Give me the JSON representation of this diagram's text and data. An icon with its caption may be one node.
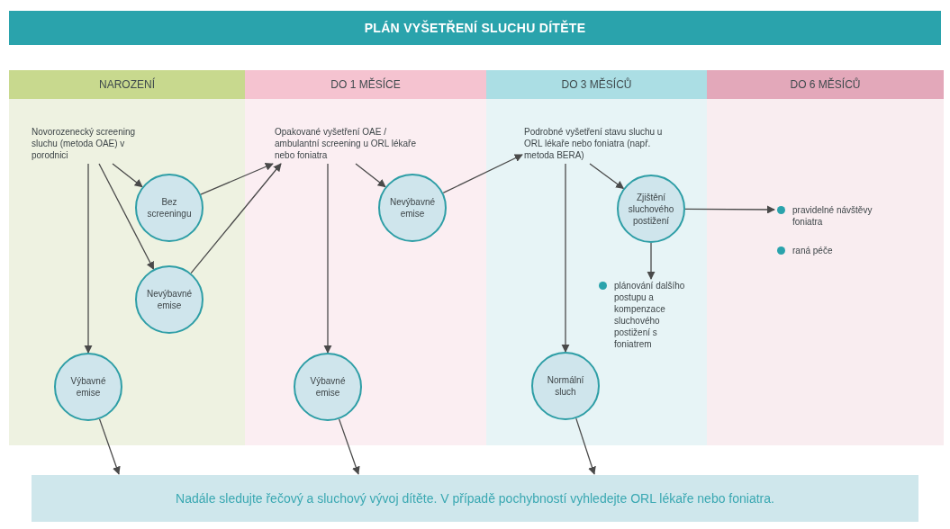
{
  "diagram": {
    "title": "PLÁN VYŠETŘENÍ SLUCHU DÍTĚTE",
    "nodes": [
      {
        "text": [
          "NAROZENÍ"
        ]
      },
      {
        "text": [
          "DO 1 MĚSÍCE"
        ]
      },
      {
        "text": [
          "DO 3 MĚSÍCŮ"
        ]
      },
      {
        "text": [
          "DO 6 MĚSÍCŮ"
        ]
      },
      {
        "text": [
          "Novorozenecký screening sluchu (metoda OAE) v porodnici"
        ]
      },
      {
        "text": [
          "Bez screeningu"
        ]
      },
      {
        "text": [
          "Nevýbavné emise"
        ]
      },
      {
        "text": [
          "Výbavné emise"
        ]
      },
      {
        "text": [
          "Opakované vyšetření OAE / ambulantní screening u ORL lékaře nebo foniatra"
        ]
      },
      {
        "text": [
          "Nevýbavné emise"
        ]
      },
      {
        "text": [
          "Výbavné emise"
        ]
      },
      {
        "text": [
          "Podrobné vyšetření stavu sluchu u ORL lékaře nebo foniatra (např. metoda BERA)"
        ]
      },
      {
        "text": [
          "Zjištění sluchového postižení"
        ]
      },
      {
        "text": [
          "Normální sluch"
        ]
      },
      {
        "text": [
          "plánování dalšího postupu a kompenzace sluchového postižení s foniatrem"
        ]
      },
      {
        "text": [
          "pravidelné návštěvy foniatra"
        ]
      },
      {
        "text": [
          "Nadále sledujte řečový a sluchový vývoj dítěte. V případě pochybností vyhledejte ORL lékaře nebo foniatra."
        ]
      }
    ],
    "edges": [
      {
        "from": 4,
        "to": 5,
        "arrow": "to"
      },
      {
        "from": 4,
        "to": 6,
        "arrow": "to"
      },
      {
        "from": 4,
        "to": 7,
        "arrow": "to"
      },
      {
        "from": 5,
        "to": 8,
        "arrow": "to"
      },
      {
        "from": 6,
        "to": 8,
        "arrow": "to"
      },
      {
        "from": 8,
        "to": 9,
        "arrow": "to"
      },
      {
        "from": 8,
        "to": 10,
        "arrow": "to"
      },
      {
        "from": 9,
        "to": 11,
        "arrow": "to"
      },
      {
        "from": 11,
        "to": 12,
        "arrow": "to"
      },
      {
        "from": 11,
        "to": 13,
        "arrow": "to"
      },
      {
        "from": 12,
        "to": 15,
        "arrow": "to"
      },
      {
        "from": 12,
        "to": 14,
        "arrow": "to"
      },
      {
        "from": 7,
        "to": 16,
        "arrow": "to"
      },
      {
        "from": 10,
        "to": 16,
        "arrow": "to"
      },
      {
        "from": 13,
        "to": 16,
        "arrow": "to"
      }
    ],
    "labels": [
      "raná péče"
    ]
  }
}
